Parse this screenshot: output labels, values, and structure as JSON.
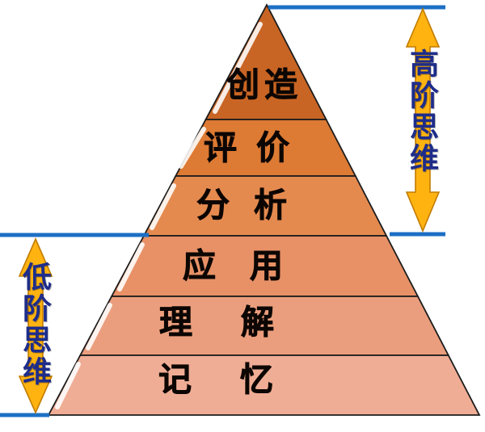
{
  "diagram": {
    "type": "pyramid",
    "levels": [
      {
        "label": "创造",
        "color": "#c96524"
      },
      {
        "label": "评价",
        "color": "#dd7a33"
      },
      {
        "label": "分析",
        "color": "#e58a4f"
      },
      {
        "label": "应用",
        "color": "#e89167"
      },
      {
        "label": "理解",
        "color": "#eb9e7d"
      },
      {
        "label": "记忆",
        "color": "#f0ad95"
      }
    ],
    "annotations": {
      "higher_order": {
        "label": "高阶思维"
      },
      "lower_order": {
        "label": "低阶思维"
      }
    },
    "colors": {
      "line_blue": "#1c6fc5",
      "arrow_gold": "#ffb311",
      "arrow_border": "#c27c00",
      "annotation_navy": "#1e2d8a",
      "level_text": "#0d0603"
    }
  }
}
